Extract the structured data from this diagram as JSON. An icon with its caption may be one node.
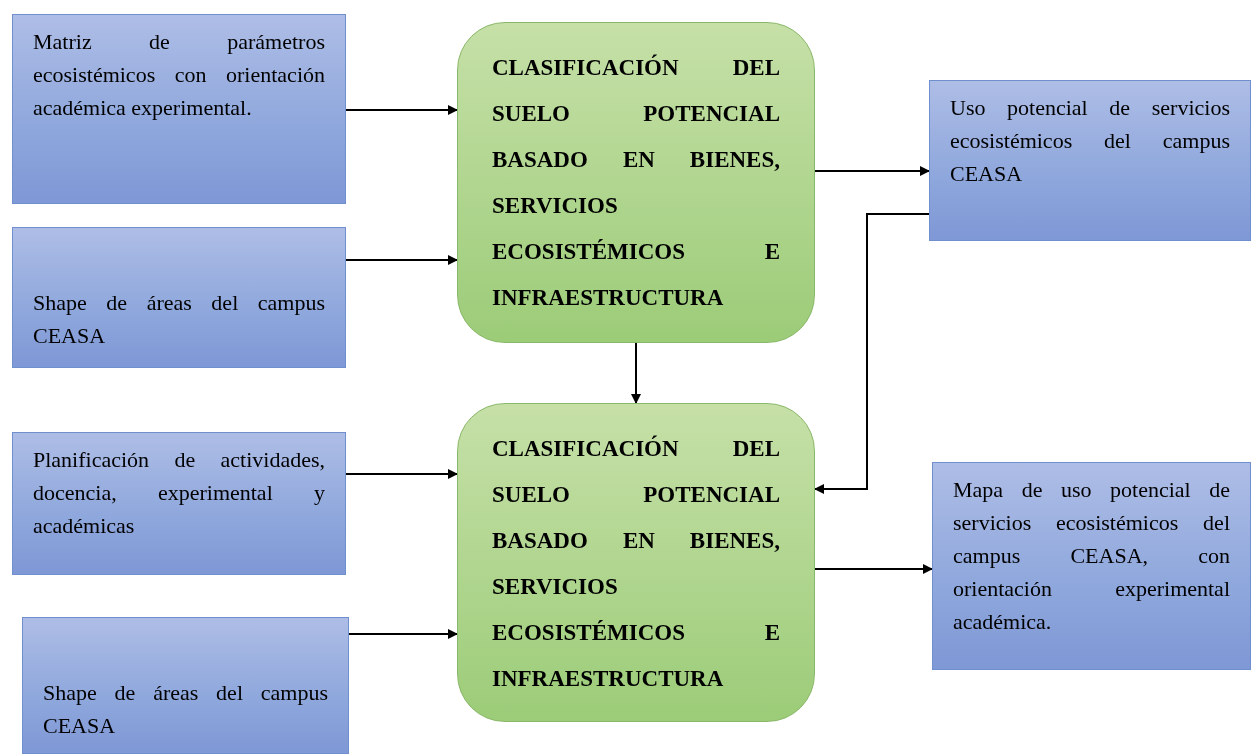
{
  "diagram": {
    "nodes": [
      {
        "text": [
          "Matriz de parámetros ecosistémicos con orientación académica experimental."
        ]
      },
      {
        "text": [
          "Shape de áreas del campus CEASA"
        ]
      },
      {
        "text": [
          "CLASIFICACIÓN DEL SUELO POTENCIAL BASADO EN BIENES, SERVICIOS ECOSISTÉMICOS E INFRAESTRUCTURA"
        ]
      },
      {
        "text": [
          "Uso potencial de servicios ecosistémicos del campus CEASA"
        ]
      },
      {
        "text": [
          "Planificación de actividades, docencia, experimental y académicas"
        ]
      },
      {
        "text": [
          "Shape de áreas del campus CEASA"
        ]
      },
      {
        "text": [
          "CLASIFICACIÓN DEL SUELO POTENCIAL BASADO EN BIENES, SERVICIOS ECOSISTÉMICOS E INFRAESTRUCTURA"
        ]
      },
      {
        "text": [
          "Mapa de uso potencial de servicios ecosistémicos del campus CEASA, con orientación experimental académica."
        ]
      }
    ],
    "edges": [
      {
        "from": 0,
        "to": 2,
        "arrow": "to"
      },
      {
        "from": 1,
        "to": 2,
        "arrow": "to"
      },
      {
        "from": 2,
        "to": 3,
        "arrow": "to"
      },
      {
        "from": 2,
        "to": 6,
        "arrow": "to"
      },
      {
        "from": 3,
        "to": 6,
        "arrow": "to"
      },
      {
        "from": 4,
        "to": 6,
        "arrow": "to"
      },
      {
        "from": 5,
        "to": 6,
        "arrow": "to"
      },
      {
        "from": 6,
        "to": 7,
        "arrow": "to"
      }
    ]
  }
}
